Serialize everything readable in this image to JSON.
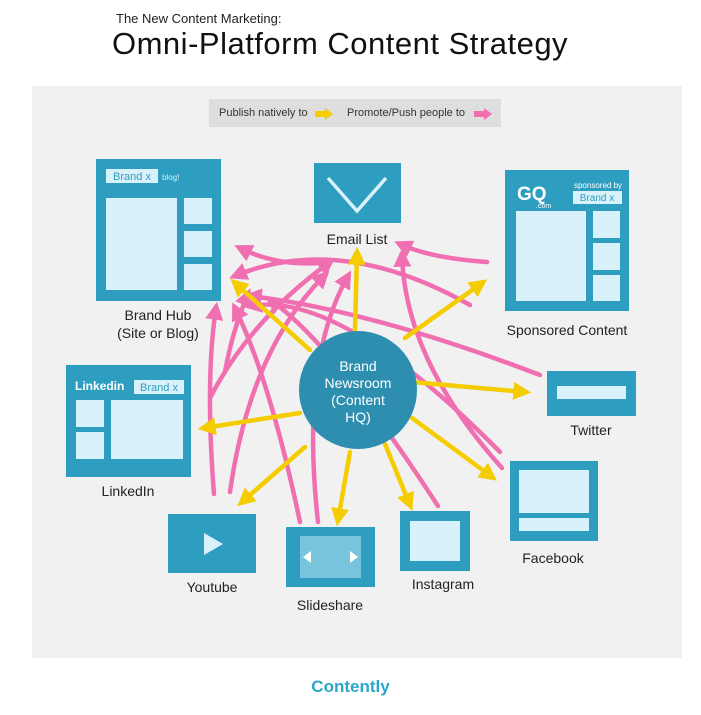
{
  "header": {
    "subtitle": "The New Content Marketing:",
    "title": "Omni-Platform Content Strategy"
  },
  "legend": {
    "publish": "Publish natively to",
    "promote": "Promote/Push people to",
    "publish_color": "#f5cc00",
    "promote_color": "#f06fb0"
  },
  "colors": {
    "node": "#2e9ec0",
    "screen": "#d8f1fa",
    "hub": "#2e8eb0"
  },
  "center": {
    "lines": [
      "Brand",
      "Newsroom",
      "(Content",
      "HQ)"
    ]
  },
  "nodes": {
    "brand_hub": {
      "label1": "Brand Hub",
      "label2": "(Site or Blog)",
      "tag": "Brand x",
      "tag2": "blog!"
    },
    "email": {
      "label": "Email List"
    },
    "sponsored": {
      "label": "Sponsored Content",
      "logo": "GQ",
      "logo_sub": ".com",
      "sponsored_by": "sponsored by",
      "tag": "Brand x"
    },
    "linkedin": {
      "label": "LinkedIn",
      "logo": "Linkedin",
      "tag": "Brand x"
    },
    "twitter": {
      "label": "Twitter"
    },
    "facebook": {
      "label": "Facebook"
    },
    "youtube": {
      "label": "Youtube"
    },
    "slideshare": {
      "label": "Slideshare"
    },
    "instagram": {
      "label": "Instagram"
    }
  },
  "footer": {
    "brand": "Contently"
  }
}
